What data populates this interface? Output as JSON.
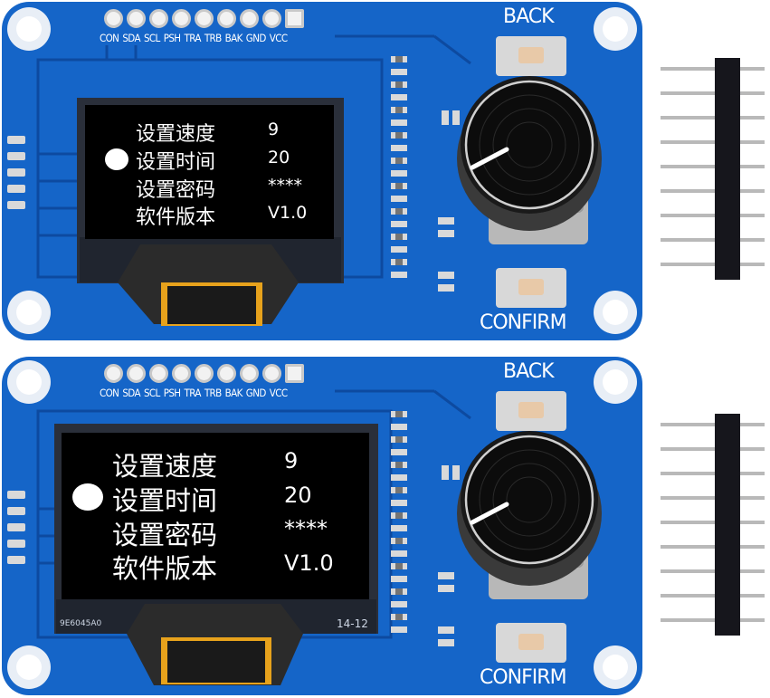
{
  "board": {
    "pin_labels": [
      "CON",
      "SDA",
      "SCL",
      "PSH",
      "TRA",
      "TRB",
      "BAK",
      "GND",
      "VCC"
    ],
    "back_label": "BACK",
    "confirm_label": "CONFIRM",
    "colors": {
      "pcb": "#1565c8",
      "pcb_dark": "#0d4aa0",
      "oled": "#000000",
      "text": "#ffffff",
      "fpc": "#f0a010"
    }
  },
  "modules": [
    {
      "menu": [
        {
          "label": "设置速度",
          "value": "9"
        },
        {
          "label": "设置时间",
          "value": "20",
          "selected": true
        },
        {
          "label": "设置密码",
          "value": "****"
        },
        {
          "label": "软件版本",
          "value": "V1.0"
        }
      ],
      "fpc_left_code": "",
      "fpc_right_code": ""
    },
    {
      "menu": [
        {
          "label": "设置速度",
          "value": "9"
        },
        {
          "label": "设置时间",
          "value": "20",
          "selected": true
        },
        {
          "label": "设置密码",
          "value": "****"
        },
        {
          "label": "软件版本",
          "value": "V1.0"
        }
      ],
      "fpc_left_code": "9E6045A0",
      "fpc_right_code": "14-12"
    }
  ],
  "icons": [
    "selection-dot-icon",
    "rotary-knob-icon",
    "push-button-icon",
    "pin-header-icon",
    "mounting-hole-icon"
  ]
}
